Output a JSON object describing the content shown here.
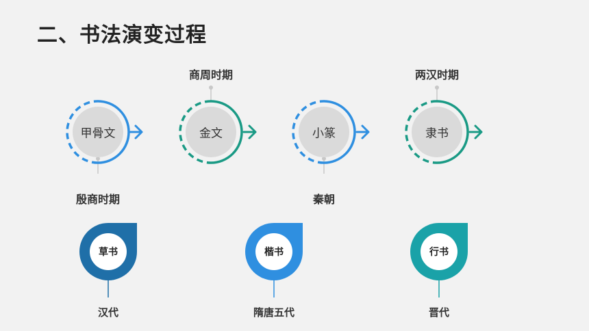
{
  "title": "二、书法演变过程",
  "top_stages": [
    {
      "name": "甲骨文",
      "period": "殷商时期",
      "color": "#2f8fe0"
    },
    {
      "name": "金文",
      "period": "商周时期",
      "color": "#1a9a85"
    },
    {
      "name": "小篆",
      "period": "秦朝",
      "color": "#2f8fe0"
    },
    {
      "name": "隶书",
      "period": "两汉时期",
      "color": "#1a9a85"
    }
  ],
  "bottom_stages": [
    {
      "name": "草书",
      "period": "汉代",
      "color": "#1f6fa8"
    },
    {
      "name": "楷书",
      "period": "隋唐五代",
      "color": "#2f8fe0"
    },
    {
      "name": "行书",
      "period": "晋代",
      "color": "#1aa2a8"
    }
  ]
}
